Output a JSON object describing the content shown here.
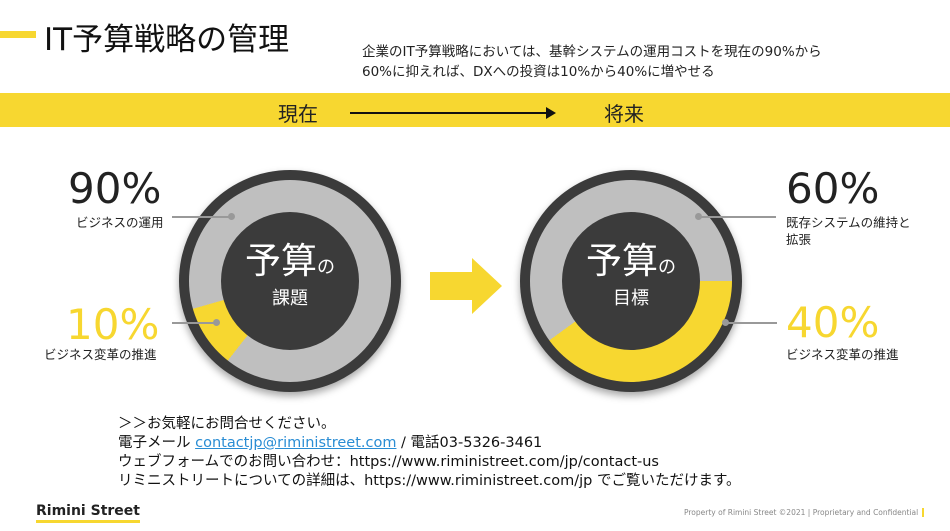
{
  "header": {
    "title": "IT予算戦略の管理",
    "subtitle_line1": "企業のIT予算戦略においては、基幹システムの運用コストを現在の90%から",
    "subtitle_line2": "60%に抑えれば、DXへの投資は10%から40%に増やせる"
  },
  "timeline": {
    "current": "現在",
    "future": "将来"
  },
  "left_chart": {
    "center_big": "予算",
    "center_particle": "の",
    "center_sub": "課題",
    "top_pct": "90%",
    "top_label": "ビジネスの運用",
    "bottom_pct": "10%",
    "bottom_label": "ビジネス変革の推進",
    "values": {
      "operations_pct": 90,
      "transformation_pct": 10
    }
  },
  "right_chart": {
    "center_big": "予算",
    "center_particle": "の",
    "center_sub": "目標",
    "top_pct": "60%",
    "top_label_line1": "既存システムの維持と",
    "top_label_line2": "拡張",
    "bottom_pct": "40%",
    "bottom_label": "ビジネス変革の推進",
    "values": {
      "maintenance_pct": 60,
      "transformation_pct": 40
    }
  },
  "colors": {
    "accent": "#f7d730",
    "dark": "#3b3b3b",
    "gray": "#bfbfbf"
  },
  "contact": {
    "line1": "＞＞お気軽にお問合せください。",
    "email_label": "電子メール ",
    "email": "contactjp@riministreet.com",
    "phone": " / 電話03-5326-3461",
    "line3": "ウェブフォームでのお問い合わせ：https://www.riministreet.com/jp/contact-us",
    "line4": "リミニストリートについての詳細は、https://www.riministreet.com/jp でご覧いただけます。"
  },
  "footer": {
    "logo": "Rimini Street",
    "legal": "Property of Rimini Street ©2021  |  Proprietary and Confidential"
  }
}
